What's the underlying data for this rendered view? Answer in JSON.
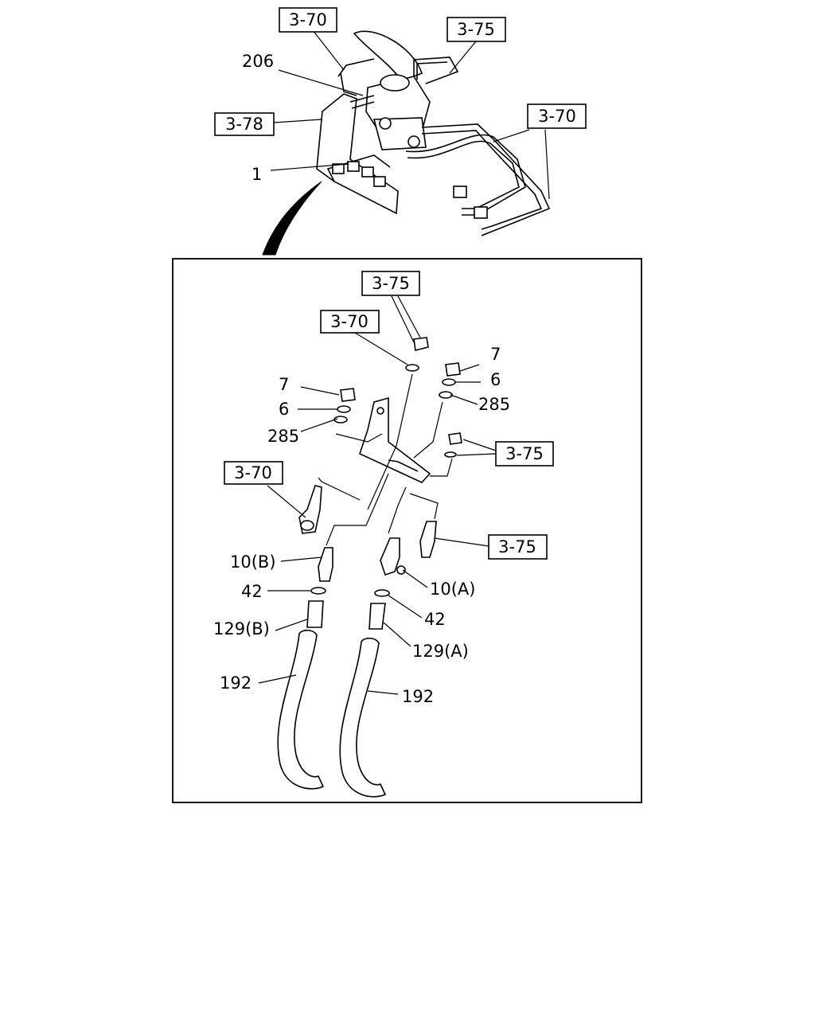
{
  "overview": {
    "ref_top_left": "3-70",
    "ref_top_right": "3-75",
    "ref_left": "3-78",
    "ref_right": "3-70",
    "label_206": "206",
    "label_1": "1"
  },
  "detail": {
    "ref_top": "3-75",
    "ref_upper": "3-70",
    "ref_left": "3-70",
    "ref_right_upper": "3-75",
    "ref_right_lower": "3-75",
    "labels": {
      "nut_left": "7",
      "washer_left": "6",
      "seal_left": "285",
      "nut_right": "7",
      "washer_right": "6",
      "seal_right": "285",
      "fitting_b": "10(B)",
      "fitting_a": "10(A)",
      "oring_left": "42",
      "oring_right": "42",
      "connector_b": "129(B)",
      "connector_a": "129(A)",
      "hose_left": "192",
      "hose_right": "192"
    }
  }
}
